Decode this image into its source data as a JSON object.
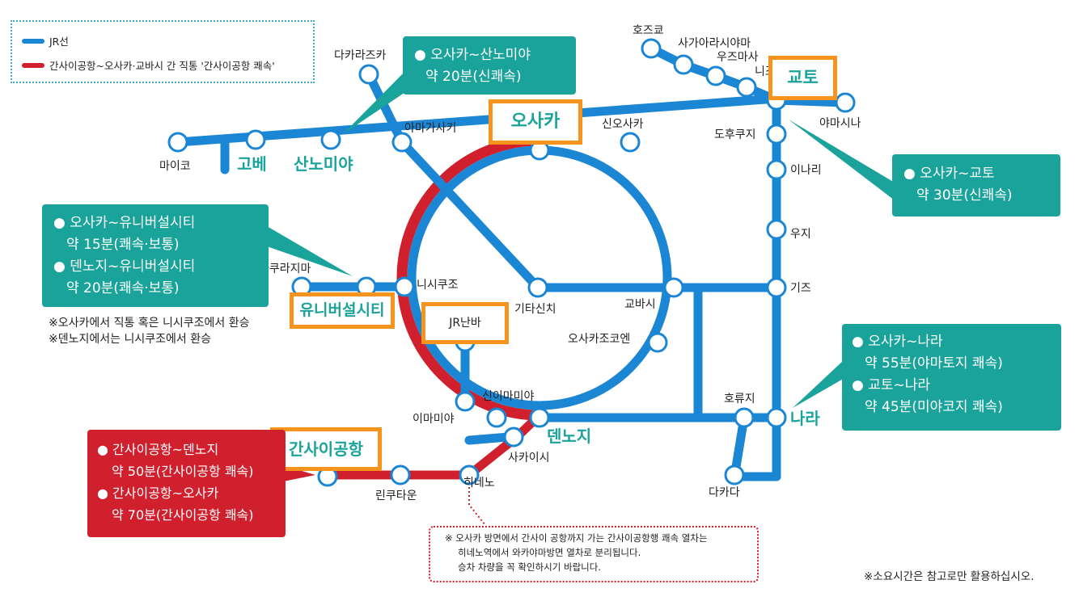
{
  "legend": {
    "jr_line": "JR선",
    "kansai_express": "간사이공항~오사카·교바시 간 직통 '간사이공항 쾌속'"
  },
  "colors": {
    "jr_blue": "#1b86d4",
    "express_red": "#d0202e",
    "accent_teal": "#1aa39a",
    "highlight_orange": "#f7941d"
  },
  "stations": {
    "maiko": "마이코",
    "takarazuka": "다카라즈카",
    "amagasaki": "아마가사키",
    "shin_osaka": "신오사카",
    "hozukyo": "호즈쿄",
    "saga_arashiyama": "사가아라시야마",
    "uzumasa": "우즈마사",
    "nijo": "니조",
    "yamashina": "야마시나",
    "tofukuji": "도후쿠지",
    "inari": "이나리",
    "uji": "우지",
    "kizu": "기즈",
    "sakurajima": "사쿠라지마",
    "nishikujo": "니시쿠조",
    "kitashinchi": "기타신치",
    "kyobashi": "교바시",
    "osakajokoen": "오사카조코엔",
    "shin_imamiya": "신이마미야",
    "imamiya": "이마미야",
    "sakaishi": "사카이시",
    "horyuji": "호류지",
    "takada": "다카다",
    "rinku_town": "린쿠타운",
    "hineno": "히네노"
  },
  "cities": {
    "kobe": "고베",
    "sannomiya": "산노미야",
    "tennoji": "덴노지",
    "nara": "나라"
  },
  "highlights": {
    "osaka": "오사카",
    "kyoto": "교토",
    "usj": "유니버설시티",
    "jr_namba": "JR난바",
    "kansai_airport": "간사이공항"
  },
  "callouts": {
    "sannomiya": [
      "● 오사카~산노미야",
      "약 20분(신쾌속)"
    ],
    "kyoto": [
      "● 오사카~교토",
      "약 30분(신쾌속)"
    ],
    "usj": [
      "● 오사카~유니버설시티",
      "약 15분(쾌속·보통)",
      "● 덴노지~유니버설시티",
      "약 20분(쾌속·보통)"
    ],
    "nara": [
      "● 오사카~나라",
      "약 55분(야마토지 쾌속)",
      "● 교토~나라",
      "약 45분(미야코지 쾌속)"
    ],
    "airport": [
      "● 간사이공항~덴노지",
      "약 50분(간사이공항 쾌속)",
      "● 간사이공항~오사카",
      "약 70분(간사이공항 쾌속)"
    ]
  },
  "notes": {
    "usj_transfer_1": "※오사카에서 직통 혹은 니시쿠조에서 환승",
    "usj_transfer_2": "※덴노지에서는 니시쿠조에서 환승",
    "hineno_1": "※ 오사카 방면에서 간사이 공항까지 가는 간사이공항행 쾌속 열차는",
    "hineno_2": "히네노역에서 와카야마방면 열차로 분리됩니다.",
    "hineno_3": "승차 차량을 꼭 확인하시기 바랍니다.",
    "reference": "※소요시간은 참고로만 활용하십시오."
  }
}
